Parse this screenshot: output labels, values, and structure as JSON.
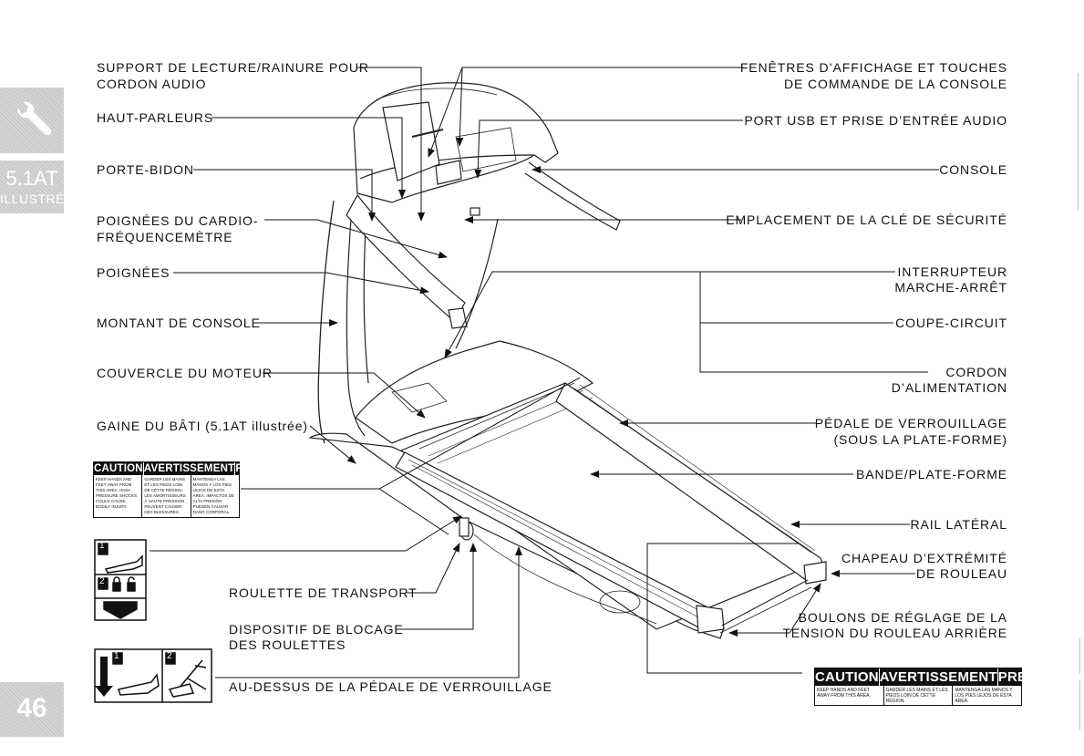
{
  "tabs": {
    "section_line1": "5.1AT",
    "section_line2": "ILLUSTRÉ",
    "page_number": "46"
  },
  "labels_left": {
    "support_lecture_1": "SUPPORT DE LECTURE/RAINURE POUR",
    "support_lecture_2": "CORDON AUDIO",
    "haut_parleurs": "HAUT-PARLEURS",
    "porte_bidon": "PORTE-BIDON",
    "poignees_cardio_1": "POIGNÉES DU CARDIO-",
    "poignees_cardio_2": "FRÉQUENCEMÈTRE",
    "poignees": "POIGNÉES",
    "montant_console": "MONTANT DE CONSOLE",
    "couvercle_moteur": "COUVERCLE DU MOTEUR",
    "gaine_bati": "GAINE DU BÂTI (5.1AT illustrée)"
  },
  "labels_right": {
    "fenetres_1": "FENÊTRES D’AFFICHAGE ET TOUCHES",
    "fenetres_2": "DE COMMANDE DE LA CONSOLE",
    "port_usb": "PORT USB ET PRISE D’ENTRÉE AUDIO",
    "console": "CONSOLE",
    "emplacement_cle": "EMPLACEMENT DE LA CLÉ DE SÉCURITÉ",
    "interrupteur_1": "INTERRUPTEUR",
    "interrupteur_2": "MARCHE-ARRÊT",
    "coupe_circuit": "COUPE-CIRCUIT",
    "cordon_1": "CORDON",
    "cordon_2": "D’ALIMENTATION",
    "pedale_1": "PÉDALE DE VERROUILLAGE",
    "pedale_2": "(SOUS LA PLATE-FORME)",
    "bande": "BANDE/PLATE-FORME",
    "rail": "RAIL LATÉRAL",
    "chapeau_1": "CHAPEAU D’EXTRÉMITÉ",
    "chapeau_2": "DE ROULEAU",
    "boulons_1": "BOULONS DE RÉGLAGE DE LA",
    "boulons_2": "TENSION DU ROULEAU ARRIÈRE"
  },
  "labels_bottom": {
    "roulette": "ROULETTE DE TRANSPORT",
    "dispositif_1": "DISPOSITIF DE BLOCAGE",
    "dispositif_2": "DES ROULETTES",
    "au_dessus": "AU-DESSUS DE LA PÉDALE DE VERROUILLAGE"
  },
  "warning_left": {
    "h1": "CAUTION",
    "h2": "AVERTISSEMENT",
    "h3": "PRECAUCIÓN",
    "t1": "KEEP HANDS AND FEET AWAY FROM THIS AREA. HIGH-PRESSURE SHOCKS COULD CAUSE BODILY INJURY.",
    "t2": "GARDER LES MAINS ET LES PIEDS LOIN DE CETTE RÉGION. LES AMORTISSEURS À HAUTE PRESSION PEUVENT CAUSER DES BLESSURES.",
    "t3": "MANTENGA LAS MANOS Y LOS PIES LEJOS DE ESTA ÁREA. IMPACTOS DE ALTA PRESIÓN PUEDEN CAUSAR DAÑO CORPORAL."
  },
  "warning_right": {
    "h1": "CAUTION",
    "h2": "AVERTISSEMENT",
    "h3": "PRECAUCIÓN",
    "t1": "KEEP HANDS AND FEET AWAY FROM THIS AREA.",
    "t2": "GARDER LES MAINS ET LES PIEDS LOIN DE CETTE RÉGION.",
    "t3": "MANTENGA LAS MANOS Y LOS PIES LEJOS DE ESTA ÁREA."
  },
  "decals": {
    "step1": "1",
    "step2": "2"
  },
  "icons": [
    "wrench-icon",
    "foot-press-icon",
    "lock-icon",
    "unlock-icon",
    "down-arrow-icon",
    "pedal-release-icon"
  ]
}
